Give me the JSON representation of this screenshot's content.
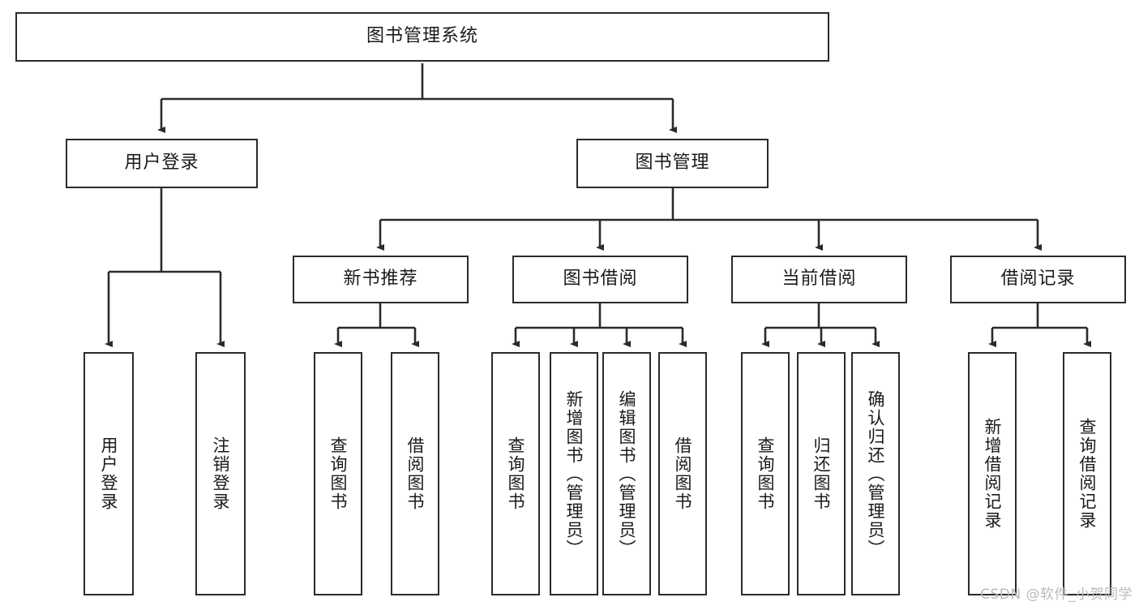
{
  "diagram": {
    "title": "图书管理系统",
    "type": "tree-hierarchy-diagram",
    "watermark": "CSDN @软件_小贺同学",
    "colors": {
      "box_border": "#2b2b2b",
      "box_fill": "#ffffff",
      "edge": "#2b2b2b",
      "text": "#1a1a1a",
      "watermark": "#b9b9b9",
      "background": "#ffffff"
    },
    "root": {
      "label": "图书管理系统"
    },
    "level2": [
      {
        "id": "user-login",
        "label": "用户登录"
      },
      {
        "id": "book-manage",
        "label": "图书管理"
      }
    ],
    "level3": [
      {
        "id": "new-book-recommend",
        "label": "新书推荐"
      },
      {
        "id": "book-borrow",
        "label": "图书借阅"
      },
      {
        "id": "current-borrow",
        "label": "当前借阅"
      },
      {
        "id": "borrow-record",
        "label": "借阅记录"
      }
    ],
    "leaves": {
      "user_login": [
        {
          "id": "leaf-user-login",
          "label": "用户登录"
        },
        {
          "id": "leaf-logout-login",
          "label": "注销登录"
        }
      ],
      "new_book_recommend": [
        {
          "id": "leaf-query-book-1",
          "label": "查询图书"
        },
        {
          "id": "leaf-borrow-book-1",
          "label": "借阅图书"
        }
      ],
      "book_borrow": [
        {
          "id": "leaf-query-book-2",
          "label": "查询图书"
        },
        {
          "id": "leaf-add-book",
          "label": "新增图书（管理员）"
        },
        {
          "id": "leaf-edit-book",
          "label": "编辑图书（管理员）"
        },
        {
          "id": "leaf-borrow-book-2",
          "label": "借阅图书"
        }
      ],
      "current_borrow": [
        {
          "id": "leaf-query-book-3",
          "label": "查询图书"
        },
        {
          "id": "leaf-return-book",
          "label": "归还图书"
        },
        {
          "id": "leaf-confirm-return",
          "label": "确认归还（管理员）"
        }
      ],
      "borrow_record": [
        {
          "id": "leaf-add-record",
          "label": "新增借阅记录"
        },
        {
          "id": "leaf-query-record",
          "label": "查询借阅记录"
        }
      ]
    }
  }
}
